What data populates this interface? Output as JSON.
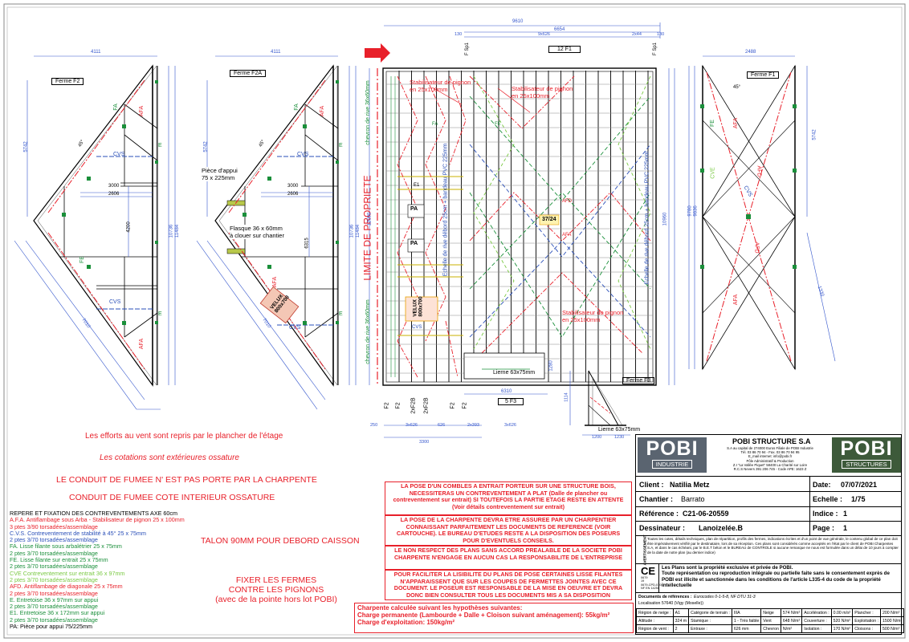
{
  "trusses": {
    "f2_title": "Ferme F2",
    "f2a_title": "Ferme F2A",
    "f1_title": "Ferme F1",
    "f3_title": "Ferme F3",
    "dim_4111_a": "4111",
    "dim_4111_b": "4111",
    "dim_2488": "2488",
    "dim_3000_a": "3000",
    "dim_2606_a": "2606",
    "dim_3000_b": "3000",
    "dim_2606_b": "2606",
    "dim_4200": "4200",
    "dim_6315": "6315",
    "dim_5742_a": "5742",
    "dim_5742_b": "5742",
    "dim_5742_c": "5742",
    "dim_10736_a": "10736",
    "dim_11484_a": "11484",
    "dim_10736_b": "10736",
    "dim_11484_b": "11484",
    "dim_9780": "9780",
    "dim_9836": "9836",
    "dim_7010_a": "7010",
    "dim_7010_b": "7010",
    "dim_1330": "1330",
    "label_cvs": "CVS",
    "label_fa": "FA",
    "label_afa": "AFA",
    "label_fe": "FE",
    "label_e": "E",
    "label_afd": "AFD",
    "label_cve": "CVE",
    "angle": "45°",
    "piece_appui": "Pièce d'appui\n75 x 225mm",
    "flasque": "Flasque 36 x 60mm\nà clouer sur chantier",
    "velux": "VELUX\n800x700"
  },
  "plan": {
    "total_width": "9610",
    "dim_6654": "6654",
    "dim_130_a": "130",
    "dim_130_b": "130",
    "dim_9x626": "9x626",
    "dim_2x44": "2x44",
    "fsp_left": "F Sp1",
    "fsp_right": "F Sp1",
    "top_label": "12 F1",
    "bottom_label": "5 F3",
    "stab1": "Stabilisateur de pignon\nen 25x100mm",
    "stab2": "Stabilisateur de pignon\nen 25x100mm",
    "stab3": "Stabilisateur de pignon\nen 25x100mm",
    "limite": "LIMITE DE PROPRIETE",
    "chevron1": "chevron de rive 36x60mm",
    "chevron2": "chevron de rive 36x60mm",
    "echelle1": "Echelle de rive débord 25cm + bandeau PVC 225mm",
    "echelle2": "Echelle de rive débord 25cm + bandeau PVC 225mm",
    "lierne1": "Lierne 63x75mm",
    "lierne2": "Lierne 63x75mm",
    "pa": "PA",
    "fe": "FE",
    "fa": "FA",
    "afa": "AFA",
    "afd": "AFD",
    "cvs": "CVS",
    "e1": "E1",
    "label_3724": "37/24",
    "dim_12000": "12000",
    "dim_10960": "10960",
    "dim_1280": "1280",
    "dim_6310": "6310",
    "bottom_frames": [
      "F2",
      "F2",
      "2xF2B",
      "2xF2B",
      "F2",
      "F2"
    ],
    "bd_250": "250",
    "bd_3x626": "3x626",
    "bd_626": "626",
    "bd_2x393": "2x393",
    "bd_3x626b": "3x626",
    "bd_3300": "3300",
    "f3_1200": "1200",
    "f3_1114": "1114",
    "f3_1230": "1230"
  },
  "notes": {
    "n1": "Les efforts au vent sont repris par le plancher de l'étage",
    "n2": "Les cotations sont extérieures ossature",
    "n3": "LE CONDUIT DE FUMEE N' EST PAS PORTE PAR LA CHARPENTE",
    "n4": "CONDUIT DE FUMEE COTE INTERIEUR OSSATURE",
    "n5": "TALON 90MM POUR DEBORD CAISSON",
    "n6_1": "FIXER LES FERMES",
    "n6_2": "CONTRE LES PIGNONS",
    "n6_3": "(avec de la pointe hors lot POBI)"
  },
  "legend": {
    "title": "REPERE ET FIXATION DES CONTREVENTEMENTS AXE 60cm",
    "items": [
      {
        "text": "A.F.A. Antiflambage sous Arba - Stabilisateur de pignon 25 x 100mm",
        "color": "#e8202a"
      },
      {
        "text": "3 ptes 3/90 torsadées/assemblage",
        "color": "#e8202a"
      },
      {
        "text": "C.V.S. Contreventement de stabilité à 45° 25 x 75mm",
        "color": "#2a4fb8"
      },
      {
        "text": "2 ptes 3/70 torsadées/assemblage",
        "color": "#2a4fb8"
      },
      {
        "text": "FA. Lisse filante sous arbalétrier 25 x 75mm",
        "color": "#1a8f3a"
      },
      {
        "text": "2 ptes 3/70 torsadées/assemblage",
        "color": "#1a8f3a"
      },
      {
        "text": "FE. Lisse filante sur entrait 25 x 75mm",
        "color": "#1a8f3a"
      },
      {
        "text": "2 ptes 3/70 torsadées/assemblage",
        "color": "#1a8f3a"
      },
      {
        "text": "CVE Contreventement sur entrait 36 x 97mm",
        "color": "#7ac943"
      },
      {
        "text": "2 ptes 3/70 torsadées/assemblage",
        "color": "#7ac943"
      },
      {
        "text": "AFD. Antiflambage de diagonale 25 x 75mm",
        "color": "#e8202a"
      },
      {
        "text": "2 ptes 3/70 torsadées/assemblage",
        "color": "#e8202a"
      },
      {
        "text": "E. Entretoise 36 x 97mm sur appui",
        "color": "#1a8f3a"
      },
      {
        "text": "2 ptes 3/70 torsadées/assemblage",
        "color": "#1a8f3a"
      },
      {
        "text": "E1. Entretoise 36 x 172mm sur appui",
        "color": "#1a8f3a"
      },
      {
        "text": "2 ptes 3/70 torsadées/assemblage",
        "color": "#1a8f3a"
      },
      {
        "text": "PA: Pièce pour appui 75/225mm",
        "color": "#000000"
      }
    ]
  },
  "warnings": {
    "w1": "LA POSE D'UN COMBLES A ENTRAIT PORTEUR SUR UNE STRUCTURE BOIS, NECESSITERAS UN CONTREVENTEMENT A PLAT (Dalle de plancher ou contreventement sur entrait) SI TOUTEFOIS LA PARTIE ETAGE RESTE EN ATTENTE (Voir détails contreventement sur entrait)",
    "w2": "LA POSE DE LA CHARPENTE DEVRA ETRE ASSUREE PAR UN CHARPENTIER CONNAISSANT PARFAITEMENT LES DOCUMENTS DE REFERENCE (VOIR CARTOUCHE). LE BUREAU D'ETUDES RESTE A LA DISPOSITION DES POSEURS POUR D'EVENTUELS CONSEILS.",
    "w3": "LE NON RESPECT DES PLANS SANS ACCORD PREALABLE DE LA SOCIETE POBI CHARPENTE N'ENGAGE EN AUCUN CAS LA RESPONSABILITE DE L'ENTREPRISE",
    "w4": "POUR FACILITER LA LISIBILITE DU PLANS DE POSE CERTAINES LISSE FILANTES N'APPARAISSENT QUE SUR LES COUPES DE FERMETTES JOINTES AVEC CE DOCUMENT. LE POSEUR EST RESPONSABLE DE LA MISE EN OEUVRE ET DEVRA DONC BIEN CONSULTER TOUS LES DOCUMENTS MIS A SA DISPOSITION",
    "c_title": "Charpente calculée suivant les hypothèses suivantes:",
    "c_line1": "Charge permanente (Lambourde + Dalle + Cloison suivant aménagement): 55kg/m²",
    "c_line2": "Charge d'exploitation: 150kg/m²"
  },
  "titleblock": {
    "company": "POBI STRUCTURE S.A",
    "logo_left_big": "POBI",
    "logo_left_sub": "INDUSTRIE",
    "logo_right_big": "POBI",
    "logo_right_sub": "STRUCTURES",
    "company_info": "S.A au capital de 274000 Euros Filiale de POBI Industrie\nTél. 03 86 70 94 - Fax. 03 86 70 94 95\nE_mail internet: info@pobi.fr\nPôle Administratif & Production\nZ.I \"La Vallée Piquet\" 58400 La Charité sur Loire\nR.C.S Nevers 391 206 745 - Code APE: 1623 Z",
    "client_label": "Client :",
    "client": "Natilia Metz",
    "date_label": "Date:",
    "date": "07/07/2021",
    "chantier_label": "Chantier :",
    "chantier": "Barrato",
    "echelle_label": "Echelle :",
    "echelle": "1/75",
    "reference_label": "Référence :",
    "reference": "C21-06-20559",
    "indice_label": "Indice :",
    "indice": "1",
    "dessinateur_label": "Dessinateur :",
    "dessinateur": "Lanoizelée.B",
    "page_label": "Page :",
    "page": "1",
    "avert_label": "AVERTISSEMENT",
    "avertissement": "Toutes les cotes, détails techniques, plan de répartition, profils des fermes, indications écrites et d'un point de vue générale, le contenu global de ce plan doit être impérativement vérifié par le destinataire, lors de sa réception. Ces plans sont considérés comme acceptés en l'état par le client de POBI Charpentes S.A, et dans le cas échéant, par le B.E.T béton et le BUREAU de CONTROLE si aucune remarque ne nous est formulée dans un délai de 10 jours à compter de la date de notre plan (au dernier indice)",
    "ce_mark": "CE",
    "ce_info": "0679\n19\n0679-CPD-0104\nNF EN 14250",
    "propriete": "Les Plans sont la propriété exclusive et privée de POBI.\nToute représentation ou reproduction intégrale ou partielle faite sans le consentement exprès de POBI est illicite et sanctionnée dans les conditions de l'article L335-4 du code de la propriété intellectuelle",
    "docs_label": "Documents de références :",
    "docs": "Eurocodes 0-1-5-8, NF DTU 31-3",
    "localisation": "Localisation 57640 (Vigy (Moselle))",
    "specs": [
      [
        "Région de neige :",
        "A1",
        "Catégorie de terrain :",
        "IIIA",
        "Neige",
        "574 N/m²",
        "Accélération :",
        "0.00 m/s²",
        "Plancher :",
        "200 N/m²"
      ],
      [
        "Altitude :",
        "324 m",
        "Stamique :",
        "1 - Très faible",
        "Vent",
        "648 N/m²",
        "Couverture :",
        "520 N/m²",
        "Exploitation :",
        "1500 N/m²"
      ],
      [
        "Région de vent :",
        "2",
        "Entraxe :",
        "626 mm",
        "Chevron",
        "N/m²",
        "Isolation :",
        "170 N/m²",
        "Cloisons :",
        "500 N/m²"
      ]
    ]
  },
  "colors": {
    "red": "#e8202a",
    "blue": "#2a4fb8",
    "green": "#1a8f3a",
    "lightgreen": "#7ac943",
    "dim": "#3355cc",
    "logo_left_bg": "#5a6470",
    "logo_right_bg": "#3d5a3a"
  }
}
